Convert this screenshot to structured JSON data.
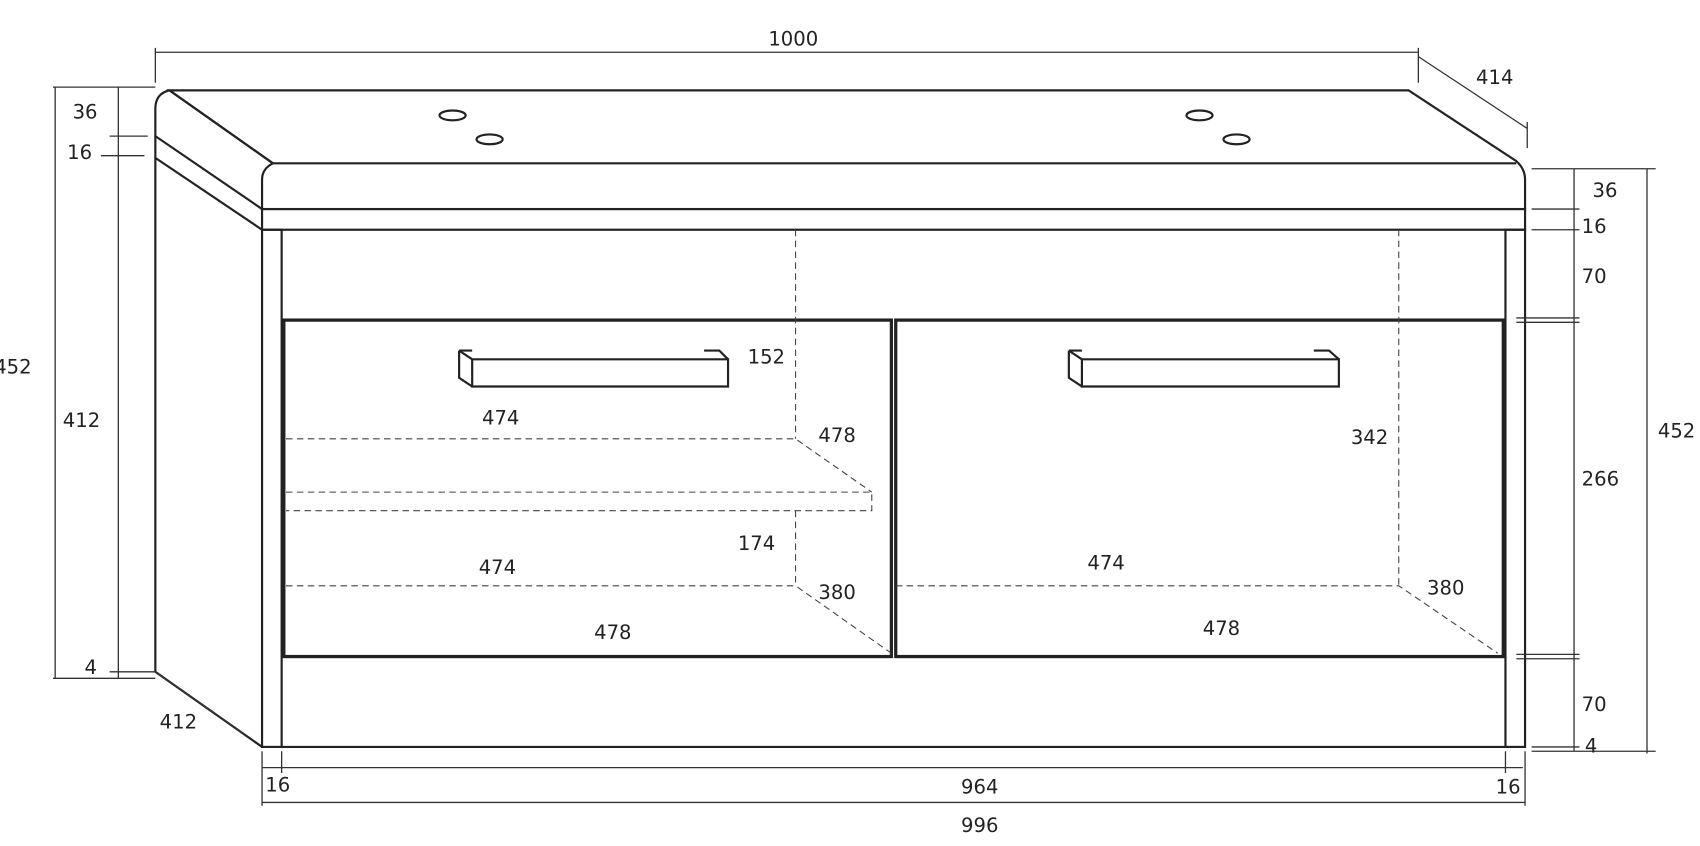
{
  "overall": {
    "width": "1000",
    "depth": "414",
    "height_left": "452",
    "height_right": "452",
    "width_base": "996",
    "side_depth": "412"
  },
  "left_dims": {
    "top": "36",
    "strip": "16",
    "body": "412",
    "foot": "4"
  },
  "right_dims": {
    "top": "36",
    "strip": "16",
    "upper_rail": "70",
    "drawer": "266",
    "lower_rail": "70",
    "foot": "4"
  },
  "bottom_dims": {
    "left_post": "16",
    "inner": "964",
    "right_post": "16"
  },
  "left_drawer": {
    "handle_height": "152",
    "shelf_width": "474",
    "shelf_depth": "478",
    "lower_height": "174",
    "bottom_width": "474",
    "bottom_depth": "380",
    "front_width": "478"
  },
  "right_drawer": {
    "height": "342",
    "bottom_width": "474",
    "bottom_depth": "380",
    "front_width": "478"
  }
}
